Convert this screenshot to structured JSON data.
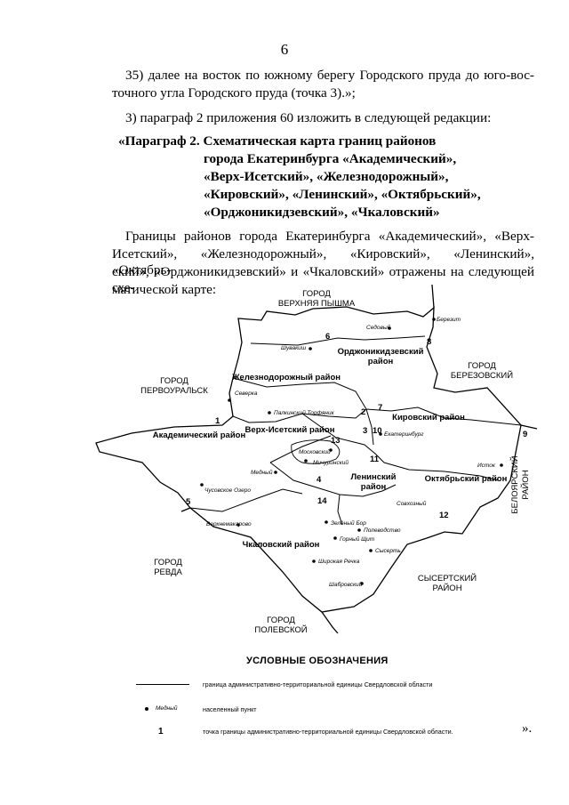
{
  "page_number": "6",
  "item35": {
    "line1": "35) далее на восток по южному берегу Городского пруда до юго-вос-",
    "line2": "точного угла Городского пруда (точка 3).»;"
  },
  "item3": "3) параграф 2 приложения 60 изложить в следующей редакции:",
  "heading": {
    "line1": "«Параграф 2. Схематическая карта границ районов",
    "line2": "города Екатеринбурга «Академический»,",
    "line3": "«Верх-Исетский», «Железнодорожный»,",
    "line4": "«Кировский», «Ленинский», «Октябрьский»,",
    "line5": "«Орджоникидзевский», «Чкаловский»"
  },
  "body": {
    "line1": "Границы районов города Екатеринбурга «Академический», «Верх-",
    "line2": "Исетский», «Железнодорожный», «Кировский», «Ленинский», «Октябрь-",
    "line3": "ский», «Орджоникидзевский» и «Чкаловский» отражены на следующей схе-",
    "line4": "матической карте:"
  },
  "map": {
    "neighbors": {
      "verkhnyaya_pyshma": [
        "ГОРОД",
        "ВЕРХНЯЯ ПЫШМА"
      ],
      "pervouralsk": [
        "ГОРОД",
        "ПЕРВОУРАЛЬСК"
      ],
      "berezovsky": [
        "ГОРОД",
        "БЕРЕЗОВСКИЙ"
      ],
      "revda": [
        "ГОРОД",
        "РЕВДА"
      ],
      "sysert": [
        "СЫСЕРТСКИЙ",
        "РАЙОН"
      ],
      "polevskoy": [
        "ГОРОД",
        "ПОЛЕВСКОЙ"
      ],
      "beloyarsky": [
        "БЕЛОЯРСКИЙ",
        "РАЙОН"
      ]
    },
    "districts": {
      "ordzhonikidzevsky": [
        "Орджоникидзевский",
        "район"
      ],
      "zheleznodorozhny": "Железнодорожный район",
      "kirovsky": "Кировский район",
      "akademichesky": "Академический район",
      "verkh_isetsky": "Верх-Исетский район",
      "leninsky": [
        "Ленинский",
        "район"
      ],
      "oktyabrsky": "Октябрьский район",
      "chkalovsky": "Чкаловский район"
    },
    "settlements": {
      "sedovy": "Седовый",
      "berezit": "Березит",
      "shuvakish": "Шувакиш",
      "severka": "Северка",
      "palkinsky": "Палкинский Торфяник",
      "moskovsky": "Московский",
      "michurinsky": "Мичуринский",
      "mednyi": "Медный",
      "chusovskoe": "Чусовское Озеро",
      "ekaterinburg": "Екатеринбург",
      "istok": "Исток",
      "sovkhozny": "Совхозный",
      "verkhnemakarovo": "Верхнемакарово",
      "zeleny_bor": "Зелёный Бор",
      "polevodstvo": "Полеводство",
      "gorny_shchit": "Горный Щит",
      "sysert_village": "Сысерть",
      "shirokaya_rechka": "Широкая Речка",
      "shabrovsky": "Шабровский"
    },
    "points": [
      "1",
      "2",
      "3",
      "4",
      "5",
      "6",
      "7",
      "8",
      "9",
      "10",
      "11",
      "12",
      "13",
      "14"
    ]
  },
  "legend": {
    "title": "УСЛОВНЫЕ ОБОЗНАЧЕНИЯ",
    "boundary": "граница административно-территориальной единицы Свердловской области",
    "sample_settlement": "Медный",
    "settlement": "населенный пункт",
    "sample_point": "1",
    "point": "точка границы административно-территориальной единицы Свердловской области."
  },
  "closing_quote": "»."
}
